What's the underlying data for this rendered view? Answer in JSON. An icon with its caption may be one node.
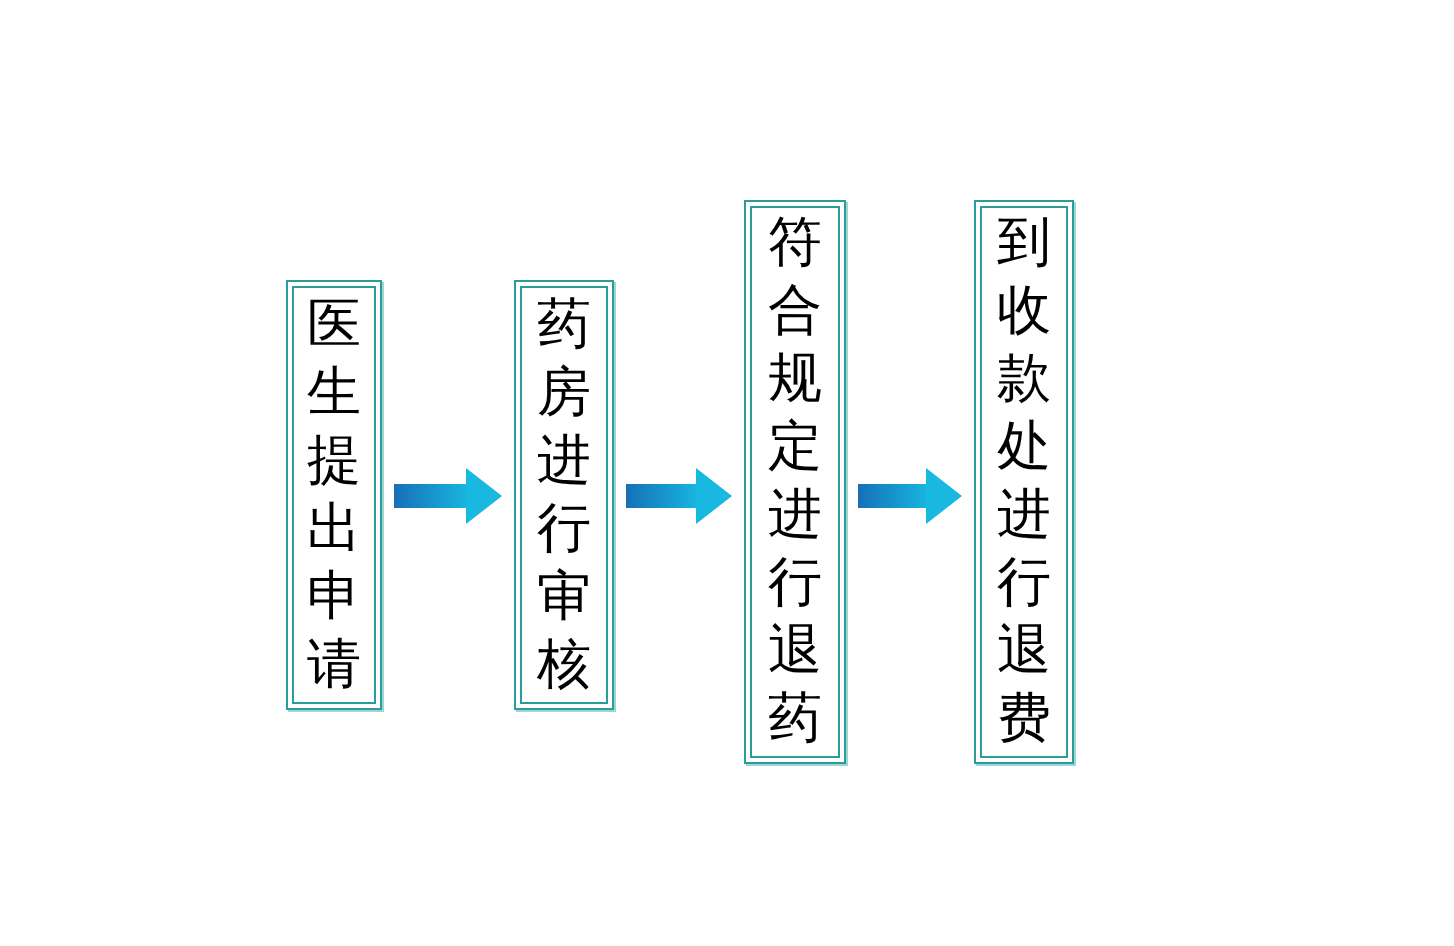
{
  "diagram": {
    "nodes": [
      {
        "text": [
          "医生提出申请"
        ]
      },
      {
        "text": [
          "药房进行审核"
        ]
      },
      {
        "text": [
          "符合规定进行退药"
        ]
      },
      {
        "text": [
          "到收款处进行退费"
        ]
      }
    ],
    "edges": [
      {
        "from": 0,
        "to": 1,
        "arrow": "to"
      },
      {
        "from": 1,
        "to": 2,
        "arrow": "to"
      },
      {
        "from": 2,
        "to": 3,
        "arrow": "to"
      }
    ]
  }
}
